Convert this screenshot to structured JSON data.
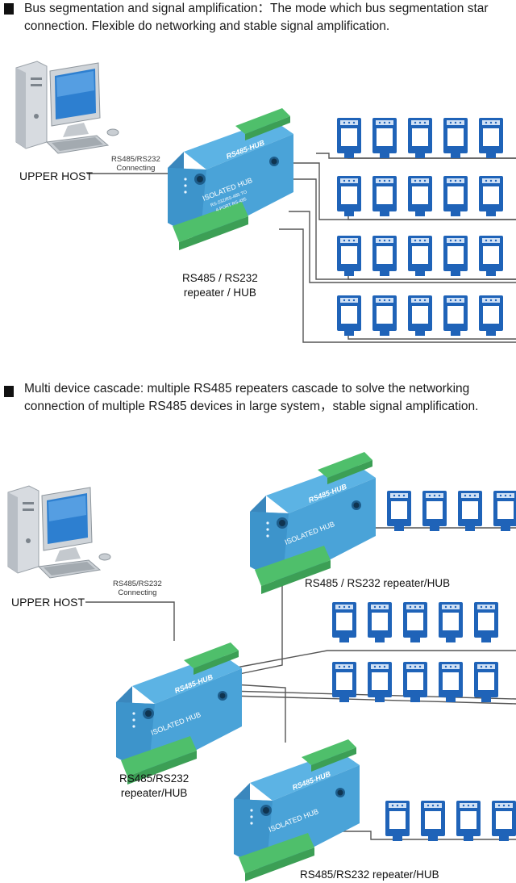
{
  "section1": {
    "title_line1": "Bus segmentation and signal amplification：The mode which bus segmentation star",
    "title_line2": "connection. Flexible do networking and stable signal amplification.",
    "host_label": "UPPER HOST",
    "connect_label_1": "RS485/RS232",
    "connect_label_2": "Connecting",
    "hub_label_1": "RS485 / RS232",
    "hub_label_2": "repeater / HUB"
  },
  "section2": {
    "title_line1": "Multi device cascade: multiple RS485 repeaters cascade to solve the networking",
    "title_line2": "connection of multiple RS485 devices in large system，stable signal amplification.",
    "host_label": "UPPER HOST",
    "connect_label_1": "RS485/RS232",
    "connect_label_2": "Connecting",
    "hub_top_label": "RS485 / RS232 repeater/HUB",
    "hub_left_label_1": "RS485/RS232",
    "hub_left_label_2": "repeater/HUB",
    "hub_bottom_label": "RS485/RS232 repeater/HUB"
  },
  "device": {
    "brand_text": "RS485-HUB",
    "isolated_text": "ISOLATED HUB",
    "sub_text_1": "RS-232/RS-485 TO",
    "sub_text_2": "4-PORT RS-485"
  },
  "colors": {
    "hub_blue": "#4aa3d8",
    "hub_dark": "#2a6f9e",
    "terminal_green": "#4fbf6b",
    "module_blue": "#1f63b8"
  }
}
